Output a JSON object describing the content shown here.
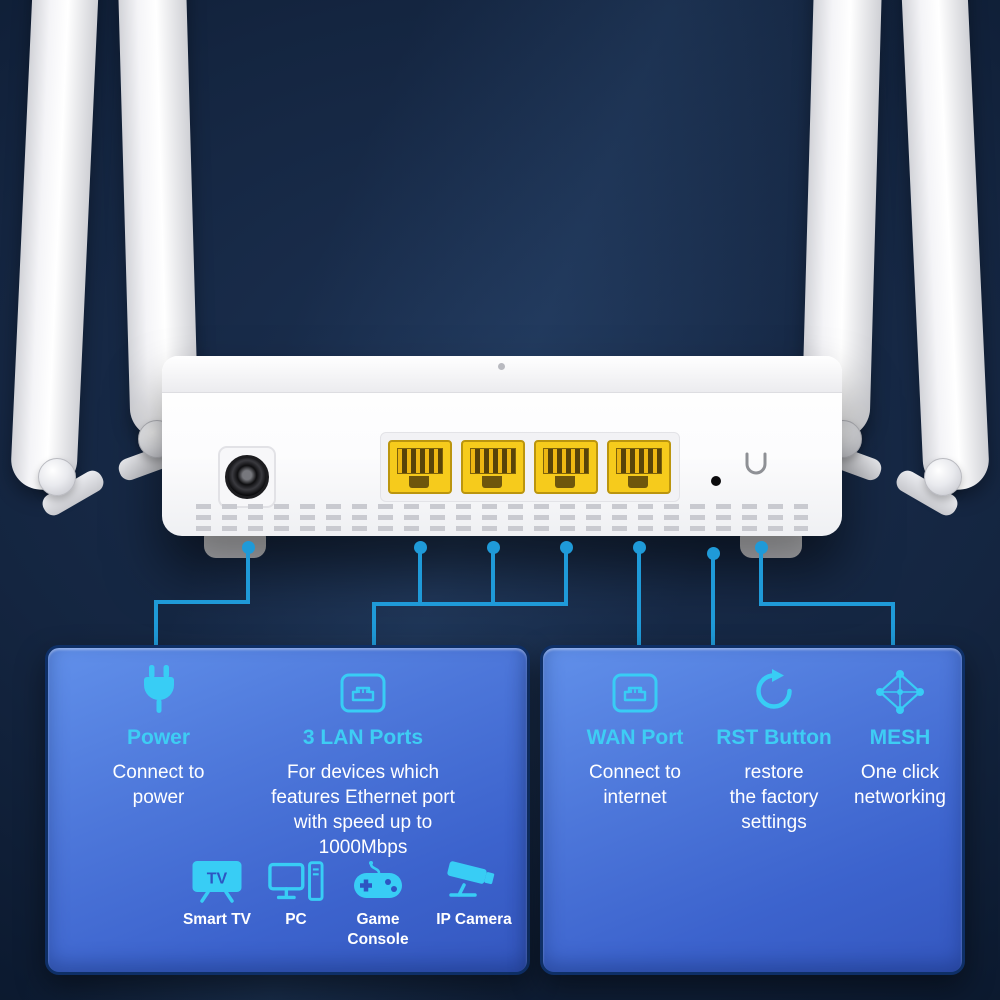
{
  "colors": {
    "background": "#0c1a2e",
    "accent_cyan": "#3ecdf4",
    "callout_blue": "#1f9ad8",
    "panel_gradient_top": "#6190ea",
    "panel_gradient_bottom": "#3457bf",
    "panel_border": "#0e2f66",
    "router_body": "#ffffff",
    "ethernet_port_yellow": "#f6cb1c"
  },
  "router": {
    "view": "rear-panel",
    "antenna_count": 4,
    "ethernet_port_count": 4,
    "parts": [
      "power-jack",
      "ethernet-ports",
      "reset-pinhole",
      "wps-button",
      "vent-grille"
    ]
  },
  "panels": {
    "left": {
      "features": [
        {
          "icon": "power-plug-icon",
          "title": "Power",
          "desc": "Connect to\npower"
        },
        {
          "icon": "lan-ports-icon",
          "title": "3 LAN Ports",
          "desc": "For devices which\nfeatures Ethernet port\nwith speed up to\n1000Mbps"
        }
      ],
      "devices": [
        {
          "icon": "smart-tv-icon",
          "label": "Smart TV",
          "icon_text": "TV"
        },
        {
          "icon": "pc-icon",
          "label": "PC"
        },
        {
          "icon": "game-console-icon",
          "label": "Game Console"
        },
        {
          "icon": "ip-camera-icon",
          "label": "IP Camera"
        }
      ]
    },
    "right": {
      "features": [
        {
          "icon": "wan-port-icon",
          "title": "WAN Port",
          "desc": "Connect to\ninternet"
        },
        {
          "icon": "reset-icon",
          "title": "RST Button",
          "desc": "restore\nthe factory\nsettings"
        },
        {
          "icon": "mesh-icon",
          "title": "MESH",
          "desc": "One click\nnetworking"
        }
      ]
    }
  }
}
